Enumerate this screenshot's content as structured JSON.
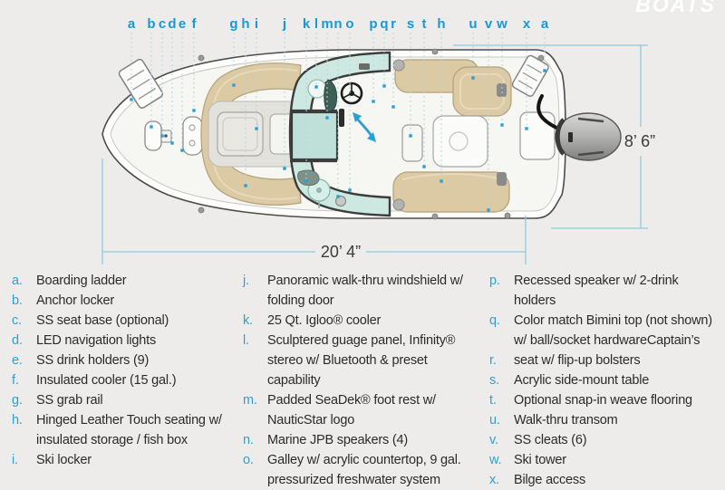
{
  "logo": {
    "text": "BOATS"
  },
  "diagram": {
    "callout_letters": [
      "a",
      "b",
      "c",
      "d",
      "e",
      "f",
      "g",
      "h",
      "i",
      "j",
      "k",
      "l",
      "m",
      "n",
      "o",
      "p",
      "q",
      "r",
      "s",
      "t",
      "h",
      "u",
      "v",
      "w",
      "x",
      "a"
    ],
    "dimensions": {
      "length": "20’ 4”",
      "beam": "8’ 6”"
    }
  },
  "legend": {
    "columns": [
      {
        "items": [
          {
            "letter": "a.",
            "text": "Boarding ladder"
          },
          {
            "letter": "b.",
            "text": "Anchor locker"
          },
          {
            "letter": "c.",
            "text": "SS seat base (optional)"
          },
          {
            "letter": "d.",
            "text": "LED navigation lights"
          },
          {
            "letter": "e.",
            "text": "SS drink holders (9)"
          },
          {
            "letter": "f.",
            "text": "Insulated cooler (15 gal.)"
          },
          {
            "letter": "g.",
            "text": "SS grab rail"
          },
          {
            "letter": "h.",
            "text": "Hinged Leather Touch seating w/ insulated storage / fish box"
          },
          {
            "letter": "i.",
            "text": "Ski locker"
          }
        ]
      },
      {
        "items": [
          {
            "letter": "j.",
            "text": "Panoramic walk-thru windshield w/ folding door"
          },
          {
            "letter": "k.",
            "text": "25 Qt. Igloo® cooler"
          },
          {
            "letter": "l.",
            "text": "Sculptered guage panel, Infinity® stereo w/ Bluetooth & preset capability"
          },
          {
            "letter": "m.",
            "text": "Padded SeaDek® foot rest w/ NauticStar logo"
          },
          {
            "letter": "n.",
            "text": "Marine JPB speakers (4)"
          },
          {
            "letter": "o.",
            "text": "Galley w/ acrylic countertop, 9 gal. pressurized freshwater system"
          }
        ]
      },
      {
        "items": [
          {
            "letter": "p.",
            "text": "Recessed speaker w/ 2-drink holders"
          },
          {
            "letter": "q.",
            "text": "Color match Bimini top (not shown) w/ ball/socket hardwareCaptain’s"
          },
          {
            "letter": "r.",
            "text": "seat w/ flip-up bolsters"
          },
          {
            "letter": "s.",
            "text": "Acrylic side-mount table"
          },
          {
            "letter": "t.",
            "text": "Optional snap-in weave flooring"
          },
          {
            "letter": "u.",
            "text": "Walk-thru transom"
          },
          {
            "letter": "v.",
            "text": "SS cleats (6)"
          },
          {
            "letter": "w.",
            "text": "Ski tower"
          },
          {
            "letter": "x.",
            "text": "Bilge access"
          }
        ]
      }
    ]
  },
  "colors": {
    "callout_blue": "#1898d5",
    "legend_letter_blue": "#2f9fd0",
    "dimension_line": "#8fcade",
    "leader_line": "#aed7e6",
    "seat_tan": "#dccaa4",
    "windshield_teal": "#cde7e1",
    "hull_outline": "#4c4c4c",
    "motor_gray": "#9a9a9a",
    "background": "#edecea"
  }
}
